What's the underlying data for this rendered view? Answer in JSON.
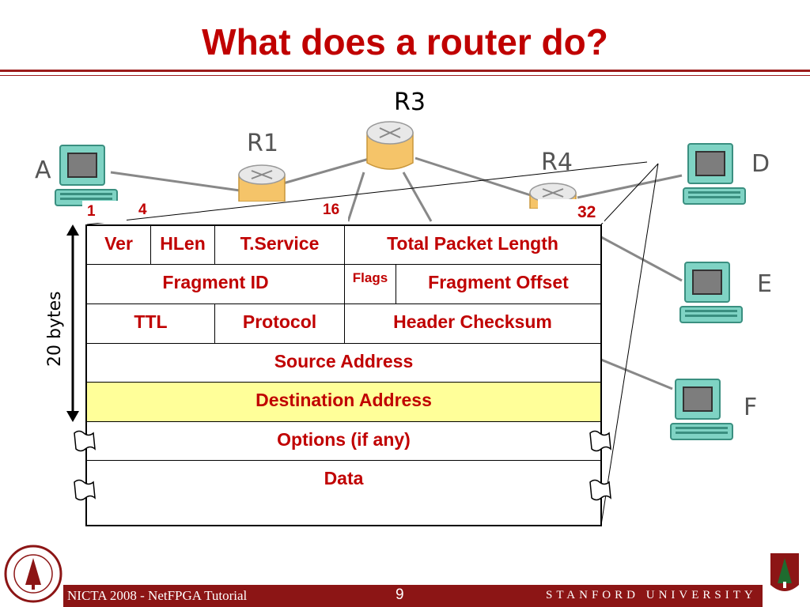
{
  "slide": {
    "title": "What does a router do?",
    "footer_left": "NICTA 2008 - NetFPGA Tutorial",
    "page_number": "9",
    "footer_right": "STANFORD UNIVERSITY"
  },
  "network": {
    "routers": [
      "R1",
      "R3",
      "R4"
    ],
    "hosts": [
      "A",
      "D",
      "E",
      "F"
    ]
  },
  "bit_positions": [
    "1",
    "4",
    "16",
    "32"
  ],
  "header_size_label": "20 bytes",
  "header_fields": {
    "row1": [
      "Ver",
      "HLen",
      "T.Service",
      "Total Packet Length"
    ],
    "row2": [
      "Fragment ID",
      "Flags",
      "Fragment Offset"
    ],
    "row3": [
      "TTL",
      "Protocol",
      "Header Checksum"
    ],
    "row4": "Source Address",
    "row5": "Destination Address",
    "row6": "Options (if any)",
    "row7": "Data"
  },
  "colors": {
    "title": "#c00000",
    "field_text": "#c00000",
    "highlight": "#ffff99",
    "footer_bar": "#8c1515",
    "router_body": "#f5c469",
    "computer_screen": "#7fd3c4"
  }
}
